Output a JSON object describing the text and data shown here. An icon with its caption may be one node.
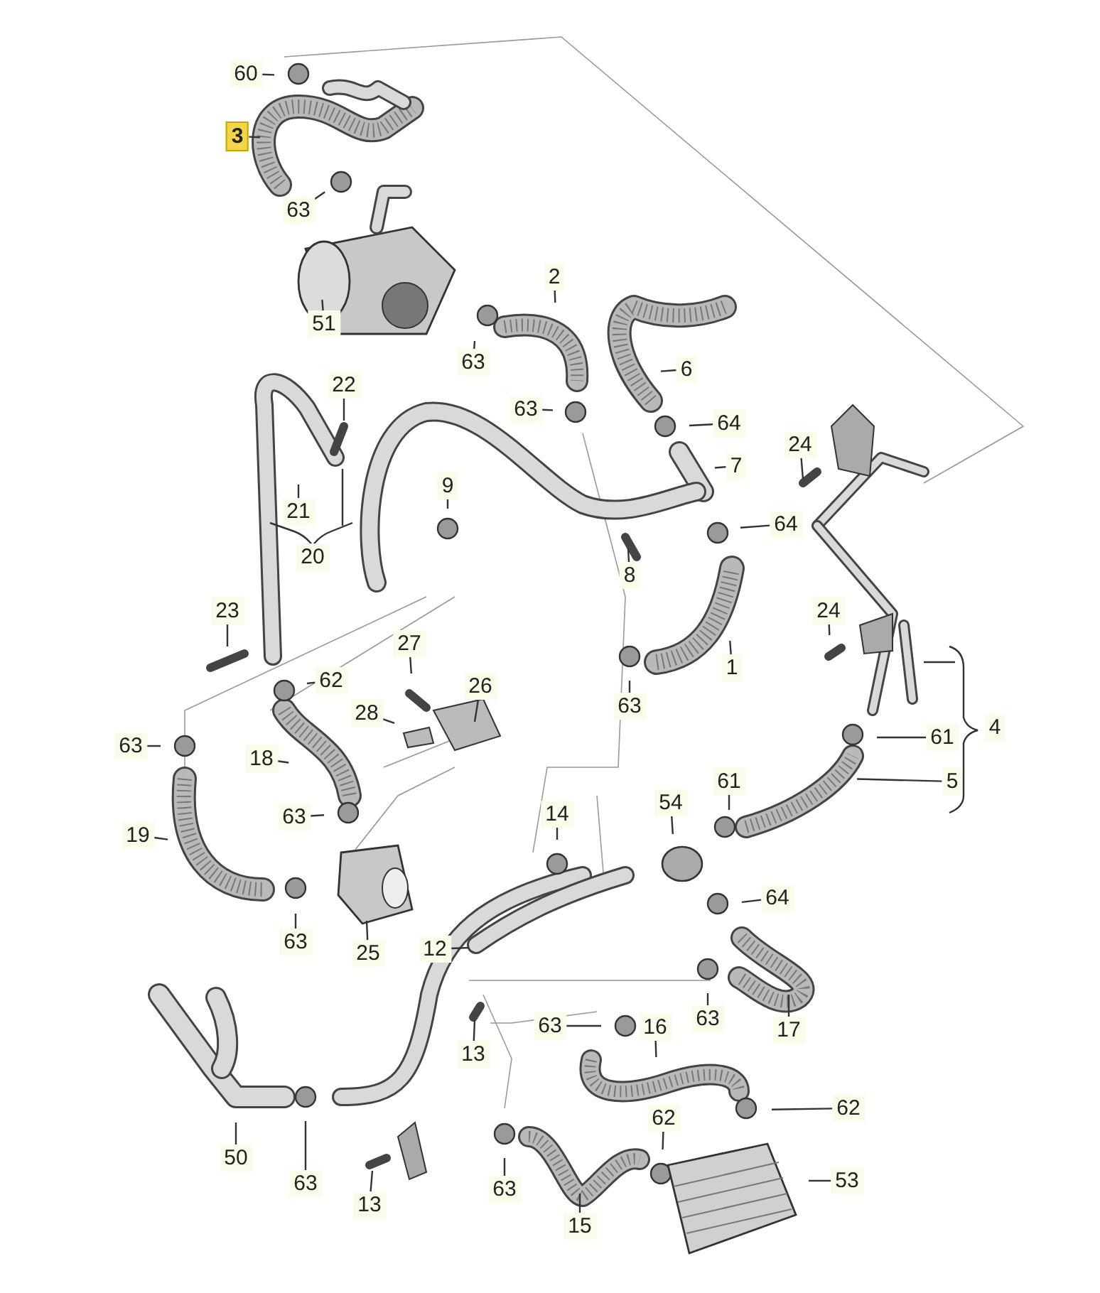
{
  "diagram": {
    "nodes": [
      {
        "text": [
          "60"
        ]
      },
      {
        "text": [
          "3"
        ]
      },
      {
        "text": [
          "63"
        ]
      },
      {
        "text": [
          "51"
        ]
      },
      {
        "text": [
          "2"
        ]
      },
      {
        "text": [
          "63"
        ]
      },
      {
        "text": [
          "6"
        ]
      },
      {
        "text": [
          "63"
        ]
      },
      {
        "text": [
          "64"
        ]
      },
      {
        "text": [
          "22"
        ]
      },
      {
        "text": [
          "24"
        ]
      },
      {
        "text": [
          "7"
        ]
      },
      {
        "text": [
          "9"
        ]
      },
      {
        "text": [
          "21"
        ]
      },
      {
        "text": [
          "64"
        ]
      },
      {
        "text": [
          "8"
        ]
      },
      {
        "text": [
          "23"
        ]
      },
      {
        "text": [
          "24"
        ]
      },
      {
        "text": [
          "27"
        ]
      },
      {
        "text": [
          "1"
        ]
      },
      {
        "text": [
          "63"
        ]
      },
      {
        "text": [
          "62"
        ]
      },
      {
        "text": [
          "26"
        ]
      },
      {
        "text": [
          "28"
        ]
      },
      {
        "text": [
          "61"
        ]
      },
      {
        "text": [
          "63"
        ]
      },
      {
        "text": [
          "18"
        ]
      },
      {
        "text": [
          "5"
        ]
      },
      {
        "text": [
          "61"
        ]
      },
      {
        "text": [
          "54"
        ]
      },
      {
        "text": [
          "14"
        ]
      },
      {
        "text": [
          "63"
        ]
      },
      {
        "text": [
          "19"
        ]
      },
      {
        "text": [
          "64"
        ]
      },
      {
        "text": [
          "12"
        ]
      },
      {
        "text": [
          "63"
        ]
      },
      {
        "text": [
          "25"
        ]
      },
      {
        "text": [
          "63"
        ]
      },
      {
        "text": [
          "17"
        ]
      },
      {
        "text": [
          "63"
        ]
      },
      {
        "text": [
          "16"
        ]
      },
      {
        "text": [
          "13"
        ]
      },
      {
        "text": [
          "62"
        ]
      },
      {
        "text": [
          "62"
        ]
      },
      {
        "text": [
          "50"
        ]
      },
      {
        "text": [
          "63"
        ]
      },
      {
        "text": [
          "53"
        ]
      },
      {
        "text": [
          "63"
        ]
      },
      {
        "text": [
          "13"
        ]
      },
      {
        "text": [
          "15"
        ]
      },
      {
        "text": [
          "20"
        ]
      },
      {
        "text": [
          "4"
        ]
      }
    ],
    "edges": [
      {
        "from": 0,
        "to": null,
        "arrow": "none"
      },
      {
        "from": 1,
        "to": null,
        "arrow": "none"
      },
      {
        "from": 2,
        "to": null,
        "arrow": "none"
      },
      {
        "from": 3,
        "to": null,
        "arrow": "none"
      },
      {
        "from": 4,
        "to": null,
        "arrow": "none"
      },
      {
        "from": 5,
        "to": null,
        "arrow": "none"
      },
      {
        "from": 6,
        "to": null,
        "arrow": "none"
      },
      {
        "from": 7,
        "to": null,
        "arrow": "none"
      },
      {
        "from": 8,
        "to": null,
        "arrow": "none"
      },
      {
        "from": 9,
        "to": null,
        "arrow": "none"
      },
      {
        "from": 10,
        "to": null,
        "arrow": "none"
      },
      {
        "from": 11,
        "to": null,
        "arrow": "none"
      },
      {
        "from": 12,
        "to": null,
        "arrow": "none"
      },
      {
        "from": 13,
        "to": null,
        "arrow": "none"
      },
      {
        "from": 14,
        "to": null,
        "arrow": "none"
      },
      {
        "from": 15,
        "to": null,
        "arrow": "none"
      },
      {
        "from": 16,
        "to": null,
        "arrow": "none"
      },
      {
        "from": 17,
        "to": null,
        "arrow": "none"
      },
      {
        "from": 18,
        "to": null,
        "arrow": "none"
      },
      {
        "from": 19,
        "to": null,
        "arrow": "none"
      },
      {
        "from": 20,
        "to": null,
        "arrow": "none"
      },
      {
        "from": 21,
        "to": null,
        "arrow": "none"
      },
      {
        "from": 22,
        "to": null,
        "arrow": "none"
      },
      {
        "from": 23,
        "to": null,
        "arrow": "none"
      },
      {
        "from": 24,
        "to": null,
        "arrow": "none"
      },
      {
        "from": 25,
        "to": null,
        "arrow": "none"
      },
      {
        "from": 26,
        "to": null,
        "arrow": "none"
      },
      {
        "from": 27,
        "to": null,
        "arrow": "none"
      },
      {
        "from": 28,
        "to": null,
        "arrow": "none"
      },
      {
        "from": 29,
        "to": null,
        "arrow": "none"
      },
      {
        "from": 30,
        "to": null,
        "arrow": "none"
      },
      {
        "from": 31,
        "to": null,
        "arrow": "none"
      },
      {
        "from": 32,
        "to": null,
        "arrow": "none"
      },
      {
        "from": 33,
        "to": null,
        "arrow": "none"
      },
      {
        "from": 34,
        "to": null,
        "arrow": "none"
      },
      {
        "from": 35,
        "to": null,
        "arrow": "none"
      },
      {
        "from": 36,
        "to": null,
        "arrow": "none"
      },
      {
        "from": 37,
        "to": null,
        "arrow": "none"
      },
      {
        "from": 38,
        "to": null,
        "arrow": "none"
      },
      {
        "from": 39,
        "to": null,
        "arrow": "none"
      },
      {
        "from": 40,
        "to": null,
        "arrow": "none"
      },
      {
        "from": 41,
        "to": null,
        "arrow": "none"
      },
      {
        "from": 42,
        "to": null,
        "arrow": "none"
      },
      {
        "from": 43,
        "to": null,
        "arrow": "none"
      },
      {
        "from": 44,
        "to": null,
        "arrow": "none"
      },
      {
        "from": 45,
        "to": null,
        "arrow": "none"
      },
      {
        "from": 46,
        "to": null,
        "arrow": "none"
      },
      {
        "from": 47,
        "to": null,
        "arrow": "none"
      },
      {
        "from": 48,
        "to": null,
        "arrow": "none"
      },
      {
        "from": 49,
        "to": null,
        "arrow": "none"
      }
    ],
    "labels": []
  }
}
